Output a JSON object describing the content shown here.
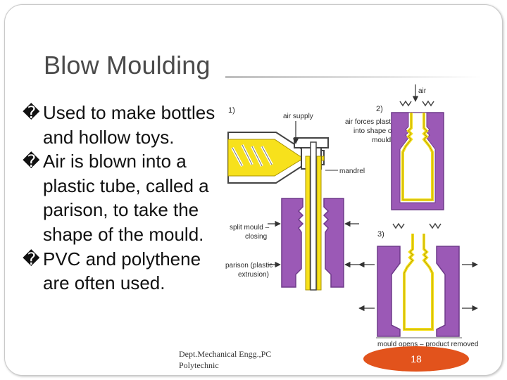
{
  "slide": {
    "title": "Blow Moulding",
    "bullet_glyph": "�",
    "bullets": [
      {
        "text": "Used to make bottles and hollow toys."
      },
      {
        "text": "Air is blown into a plastic tube, called a parison, to take the shape of the mould."
      },
      {
        "text": "PVC and polythene are often used."
      }
    ],
    "footer": "Dept.Mechanical Engg.,PC Polytechnic",
    "page_number": "18"
  },
  "diagram": {
    "step_labels": [
      "1)",
      "2)",
      "3)"
    ],
    "labels": {
      "air_top": "air",
      "air_supply": "air supply",
      "air_forces": [
        "air forces plastic",
        "into shape of",
        "mould"
      ],
      "mandrel": "mandrel",
      "split_mould": [
        "split mould –",
        "closing"
      ],
      "parison": [
        "parison (plastic",
        "extrusion)"
      ],
      "mould_opens": "mould opens – product removed"
    },
    "colors": {
      "mould": "#9b59b6",
      "mould_dark": "#6e3a8a",
      "plastic": "#f7e11c",
      "plastic_edge": "#a89200",
      "badge": "#e2531c"
    }
  }
}
